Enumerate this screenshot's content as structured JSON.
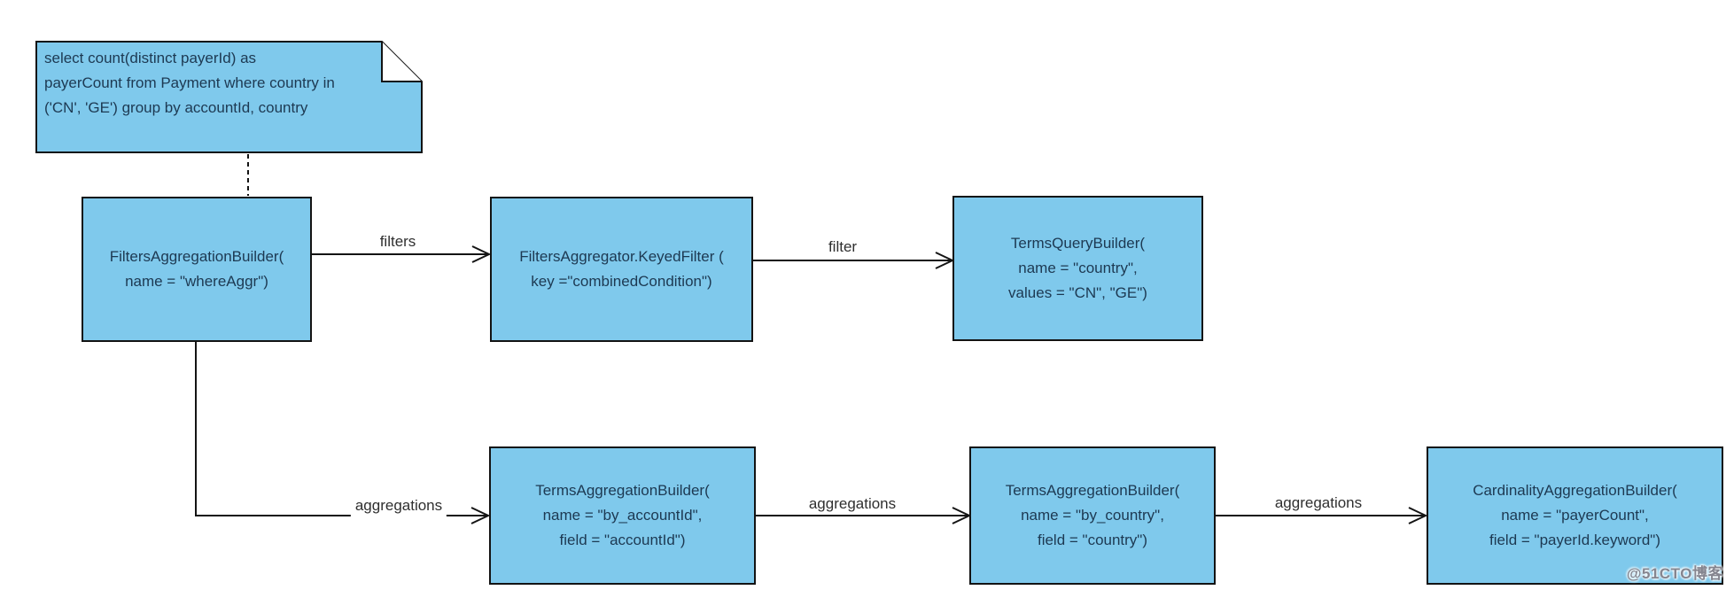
{
  "note": {
    "text": "select count(distinct payerId) as\npayerCount from Payment where country in\n('CN', 'GE') group by accountId, country"
  },
  "nodes": [
    {
      "id": "filters-aggregation-builder",
      "text": "FiltersAggregationBuilder(\nname = \"whereAggr\")"
    },
    {
      "id": "filters-aggregator-keyed-filter",
      "text": "FiltersAggregator.KeyedFilter (\nkey =\"combinedCondition\")"
    },
    {
      "id": "terms-query-builder",
      "text": "TermsQueryBuilder(\nname = \"country\",\nvalues = \"CN\", \"GE\")"
    },
    {
      "id": "terms-aggregation-builder-account",
      "text": "TermsAggregationBuilder(\nname = \"by_accountId\",\nfield = \"accountId\")"
    },
    {
      "id": "terms-aggregation-builder-country",
      "text": "TermsAggregationBuilder(\nname = \"by_country\",\nfield = \"country\")"
    },
    {
      "id": "cardinality-aggregation-builder",
      "text": "CardinalityAggregationBuilder(\nname = \"payerCount\",\nfield = \"payerId.keyword\")"
    }
  ],
  "edges": [
    {
      "label": "filters"
    },
    {
      "label": "filter"
    },
    {
      "label": "aggregations"
    },
    {
      "label": "aggregations"
    },
    {
      "label": "aggregations"
    }
  ],
  "watermark": {
    "text": "@51CTO博客"
  },
  "colors": {
    "node_fill": "#7fc9ec",
    "node_border": "#131313",
    "node_text": "#1d3952",
    "connector": "#141414",
    "edge_label_text": "#2f2f2f",
    "watermark_text": "#85858f",
    "background": "#ffffff"
  }
}
